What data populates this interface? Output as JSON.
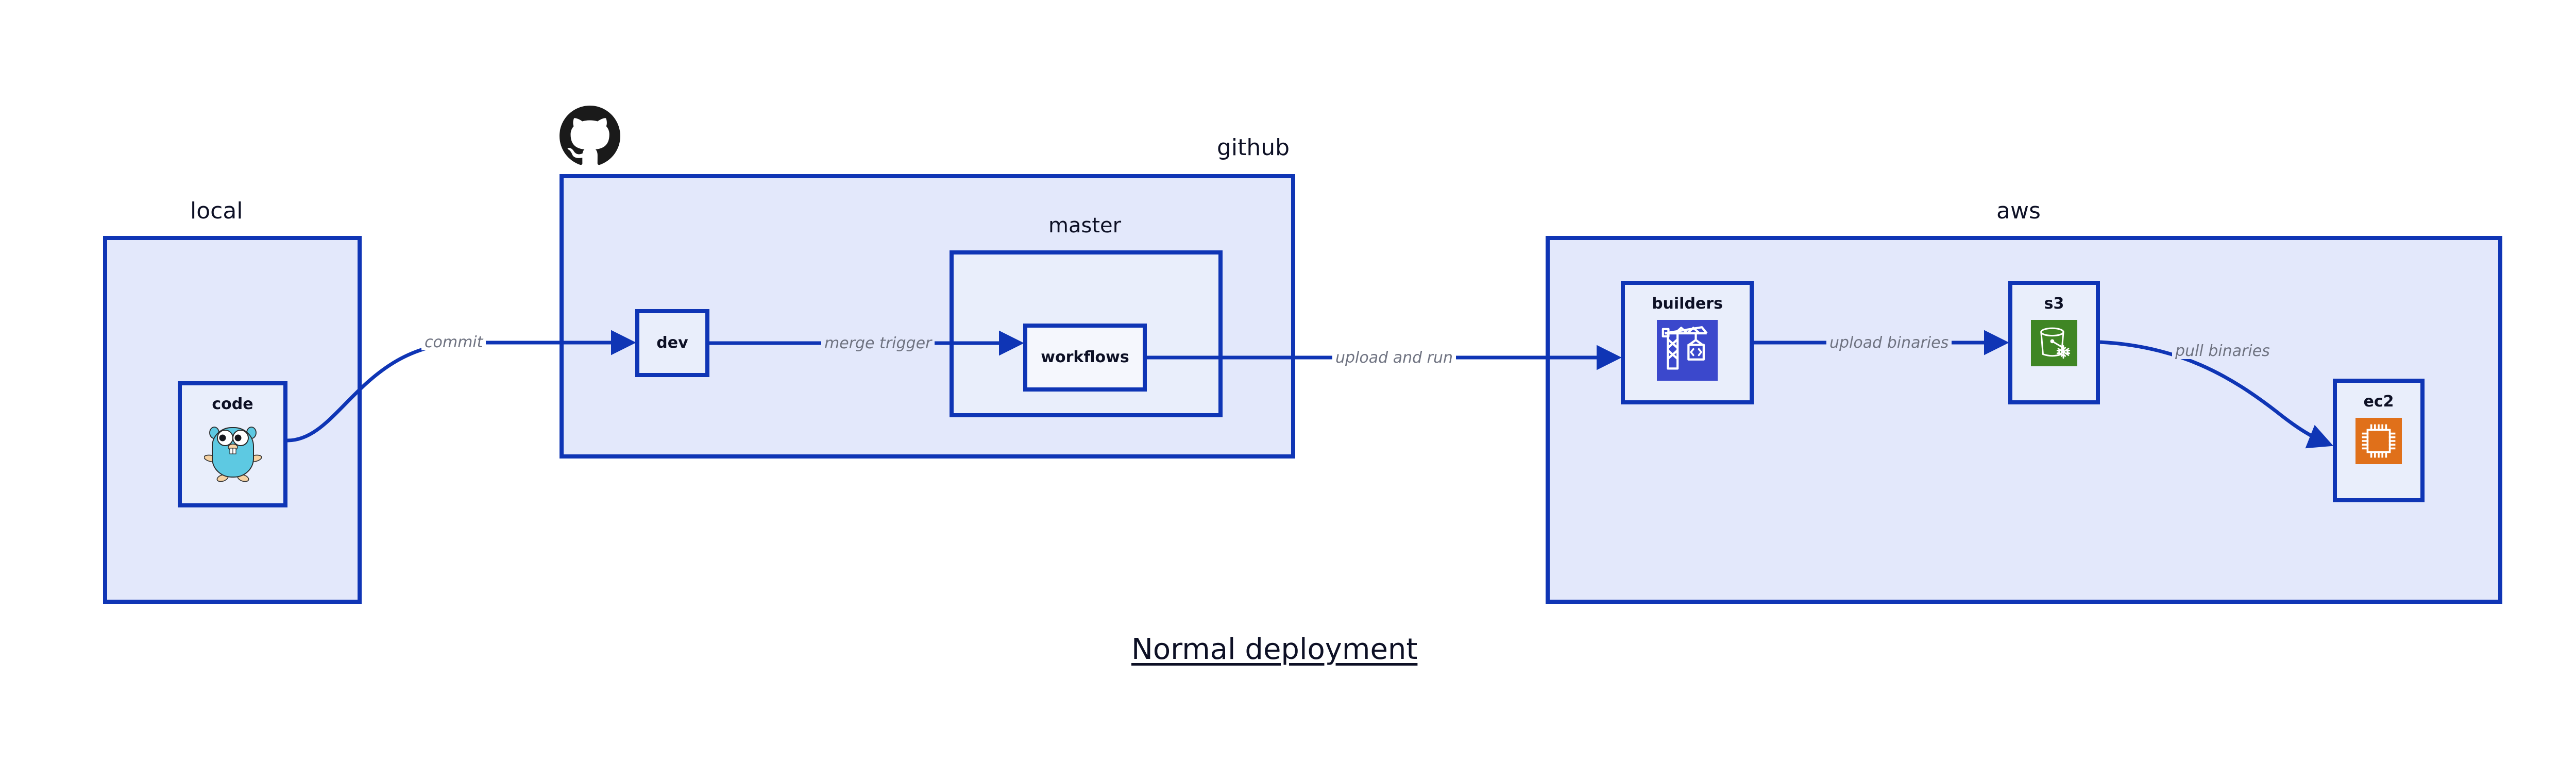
{
  "diagram": {
    "title": "Normal deployment",
    "background_color": "#ffffff",
    "accent_color": "#0f35b5",
    "group_fill": "#e3e8fb",
    "node_fill": "#e9eefb",
    "label_color": "#6f7381",
    "text_color": "#0d1025"
  },
  "groups": [
    {
      "id": "local",
      "label": "local"
    },
    {
      "id": "github",
      "label": "github"
    },
    {
      "id": "master",
      "label": "master"
    },
    {
      "id": "aws",
      "label": "aws"
    }
  ],
  "nodes": [
    {
      "id": "code",
      "label": "code",
      "icon": "go-gopher-icon",
      "icon_color": "#5dc9e2"
    },
    {
      "id": "dev",
      "label": "dev",
      "icon": "none",
      "icon_color": ""
    },
    {
      "id": "workflows",
      "label": "workflows",
      "icon": "none",
      "icon_color": ""
    },
    {
      "id": "builders",
      "label": "builders",
      "icon": "aws-codebuild-icon",
      "icon_color": "#3b48cc"
    },
    {
      "id": "s3",
      "label": "s3",
      "icon": "aws-s3-glacier-icon",
      "icon_color": "#3f8624"
    },
    {
      "id": "ec2",
      "label": "ec2",
      "icon": "aws-ec2-icon",
      "icon_color": "#e0701a"
    }
  ],
  "edges": [
    {
      "id": "code-dev",
      "from": "code",
      "to": "dev",
      "label": "commit"
    },
    {
      "id": "dev-workflows",
      "from": "dev",
      "to": "workflows",
      "label": "merge trigger"
    },
    {
      "id": "workflows-builders",
      "from": "workflows",
      "to": "builders",
      "label": "upload and run"
    },
    {
      "id": "builders-s3",
      "from": "builders",
      "to": "s3",
      "label": "upload binaries"
    },
    {
      "id": "s3-ec2",
      "from": "s3",
      "to": "ec2",
      "label": "pull binaries"
    }
  ],
  "logos": [
    {
      "id": "github-logo",
      "name": "github-octocat-logo",
      "color": "#1a1a1a"
    }
  ]
}
